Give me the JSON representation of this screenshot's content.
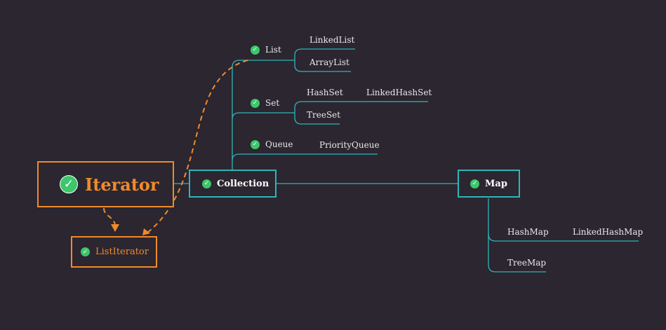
{
  "nodes": {
    "iterator": "Iterator",
    "list_iterator": "ListIterator",
    "collection": "Collection",
    "map": "Map",
    "list": "List",
    "set": "Set",
    "queue": "Queue",
    "linked_list": "LinkedList",
    "array_list": "ArrayList",
    "hash_set": "HashSet",
    "linked_hash_set": "LinkedHashSet",
    "tree_set": "TreeSet",
    "priority_queue": "PriorityQueue",
    "hash_map": "HashMap",
    "linked_hash_map": "LinkedHashMap",
    "tree_map": "TreeMap"
  },
  "icons": {
    "node_marker": "check-circle-icon"
  },
  "colors": {
    "background": "#2b2630",
    "teal": "#2fb5b8",
    "orange": "#f08a2b",
    "check_green": "#3cc76b"
  }
}
